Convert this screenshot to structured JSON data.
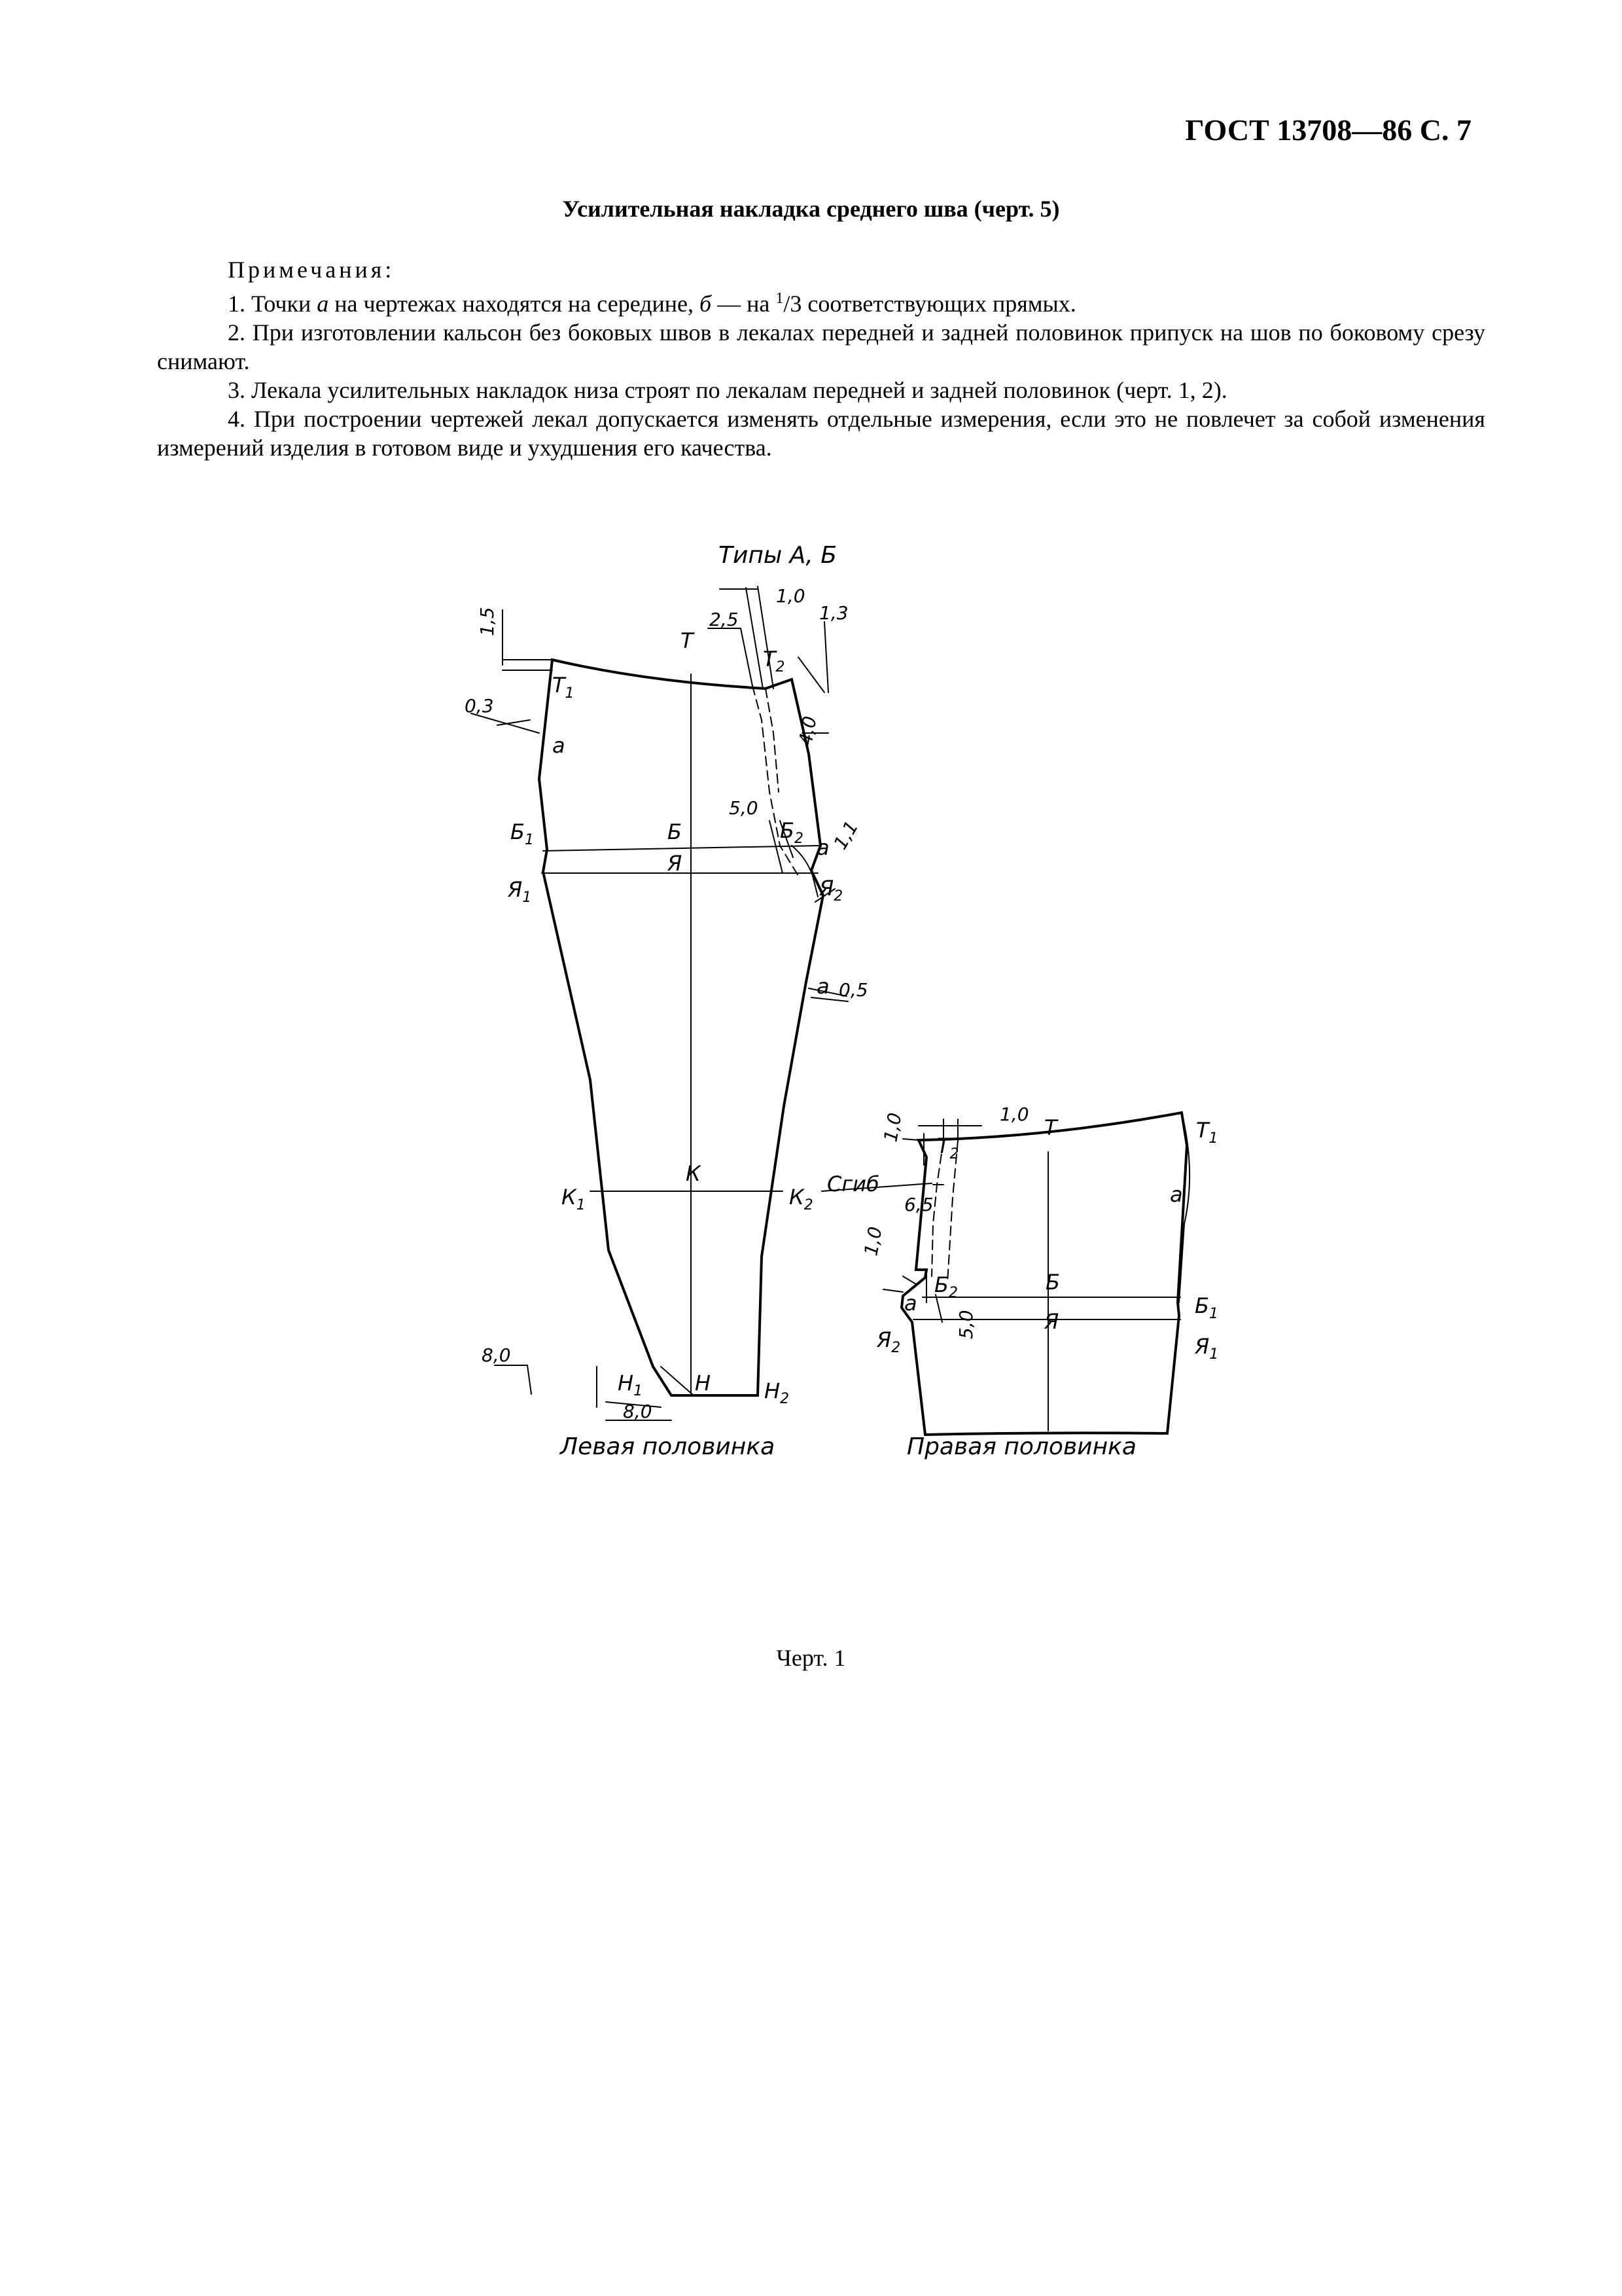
{
  "header": {
    "doc_ref": "ГОСТ 13708—86 С. 7"
  },
  "section_title": "Усилительная накладка среднего шва (черт. 5)",
  "notes": {
    "heading": "Примечания:",
    "items": [
      {
        "pre": "1. Точки ",
        "a": "а",
        "mid": " на чертежах находятся на середине, ",
        "b": "б",
        "dash": " — на ",
        "frac_num": "1",
        "frac_rest": "/3",
        "post": " соответствующих прямых."
      },
      {
        "text": "2. При изготовлении кальсон без боковых швов в лекалах передней и задней половинок припуск на шов по боковому срезу снимают."
      },
      {
        "text": "3. Лекала усилительных накладок низа строят по лекалам передней и задней половинок (черт. 1, 2)."
      },
      {
        "text": "4. При построении чертежей лекал допускается изменять отдельные измерения, если это не повлечет за собой изменения измерений изделия в готовом виде и ухудшения его качества."
      }
    ]
  },
  "drawing": {
    "types_label": "Типы А, Б",
    "left_half": {
      "caption": "Левая половинка",
      "points": {
        "T": "Т",
        "T1": "Т1",
        "T2": "Т2",
        "B": "Б",
        "B1": "Б1",
        "B2": "Б2",
        "Ya": "Я",
        "Ya1": "Я1",
        "Ya2": "Я2",
        "K": "К",
        "K1": "К1",
        "K2": "К2",
        "N": "Н",
        "N1": "Н1",
        "N2": "Н2",
        "a_top": "а",
        "a_mid": "а",
        "a_low": "а"
      },
      "dims": {
        "d15": "1,5",
        "d03": "0,3",
        "d25": "2,5",
        "d10": "1,0",
        "d13": "1,3",
        "d40": "4,0",
        "d50": "5,0",
        "d11": "1,1",
        "d05": "0,5",
        "d80v": "8,0",
        "d80h": "8,0"
      }
    },
    "right_half": {
      "caption": "Правая половинка",
      "fold_label": "Сгиб",
      "points": {
        "T": "Т",
        "T1": "Т1",
        "T2": "Т2",
        "B": "Б",
        "B1": "Б1",
        "B2": "Б2",
        "Ya": "Я",
        "Ya1": "Я1",
        "Ya2": "Я2",
        "a_right": "а",
        "a_left": "а"
      },
      "dims": {
        "d10top": "1,0",
        "d10v": "1,0",
        "d65": "6,5",
        "d10low": "1,0",
        "d50": "5,0"
      }
    }
  },
  "figure_caption": "Черт. 1"
}
